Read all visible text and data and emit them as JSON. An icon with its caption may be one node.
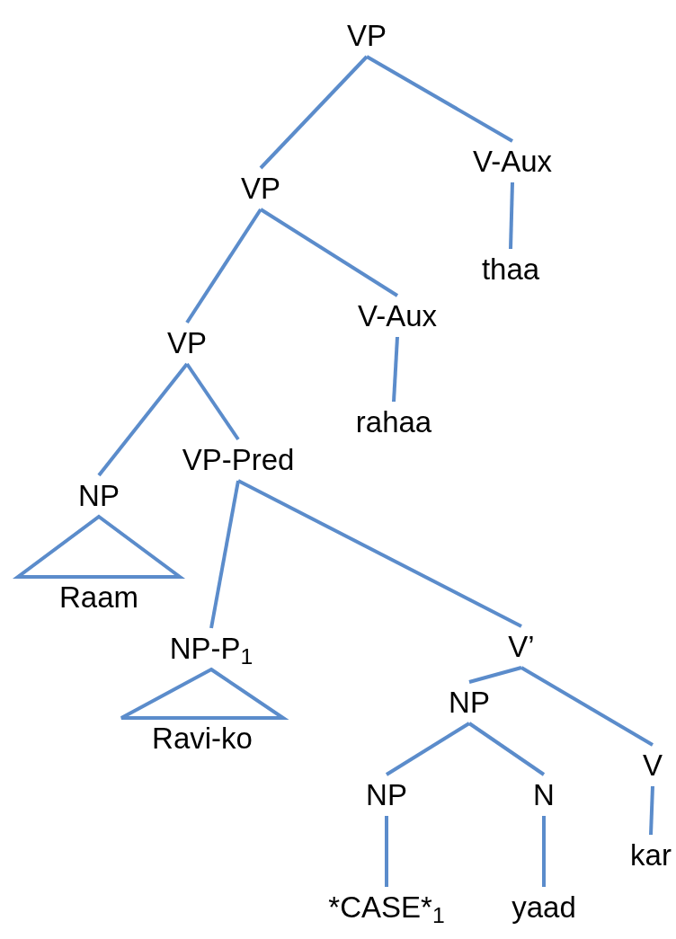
{
  "diagram": {
    "nodes": [
      {
        "text": [
          "VP"
        ]
      },
      {
        "text": [
          "VP"
        ]
      },
      {
        "text": [
          "V-Aux"
        ]
      },
      {
        "text": [
          "thaa"
        ]
      },
      {
        "text": [
          "VP"
        ]
      },
      {
        "text": [
          "V-Aux"
        ]
      },
      {
        "text": [
          "rahaa"
        ]
      },
      {
        "text": [
          "NP"
        ]
      },
      {
        "text": [
          "Raam"
        ]
      },
      {
        "text": [
          "VP-Pred"
        ]
      },
      {
        "text": [
          "NP-P$_{1}$"
        ]
      },
      {
        "text": [
          "Ravi-ko"
        ]
      },
      {
        "text": [
          "V’"
        ]
      },
      {
        "text": [
          "NP"
        ]
      },
      {
        "text": [
          "V"
        ]
      },
      {
        "text": [
          "kar"
        ]
      },
      {
        "text": [
          "NP"
        ]
      },
      {
        "text": [
          "N"
        ]
      },
      {
        "text": [
          "*CASE",
          "*$_{1}$"
        ]
      },
      {
        "text": [
          "yaad"
        ]
      }
    ],
    "edges": [
      {
        "from": 0,
        "to": 1,
        "arrow": "none"
      },
      {
        "from": 0,
        "to": 2,
        "arrow": "none"
      },
      {
        "from": 2,
        "to": 3,
        "arrow": "none"
      },
      {
        "from": 1,
        "to": 4,
        "arrow": "none"
      },
      {
        "from": 1,
        "to": 5,
        "arrow": "none"
      },
      {
        "from": 5,
        "to": 6,
        "arrow": "none"
      },
      {
        "from": 4,
        "to": 7,
        "arrow": "none"
      },
      {
        "from": 4,
        "to": 9,
        "arrow": "none"
      },
      {
        "from": 7,
        "to": 8,
        "arrow": "none"
      },
      {
        "from": 9,
        "to": 10,
        "arrow": "none"
      },
      {
        "from": 9,
        "to": 12,
        "arrow": "none"
      },
      {
        "from": 10,
        "to": 11,
        "arrow": "none"
      },
      {
        "from": 12,
        "to": 13,
        "arrow": "none"
      },
      {
        "from": 12,
        "to": 14,
        "arrow": "none"
      },
      {
        "from": 13,
        "to": 16,
        "arrow": "none"
      },
      {
        "from": 13,
        "to": 17,
        "arrow": "none"
      },
      {
        "from": 14,
        "to": 15,
        "arrow": "none"
      },
      {
        "from": 16,
        "to": 18,
        "arrow": "none"
      },
      {
        "from": 17,
        "to": 19,
        "arrow": "none"
      }
    ]
  }
}
